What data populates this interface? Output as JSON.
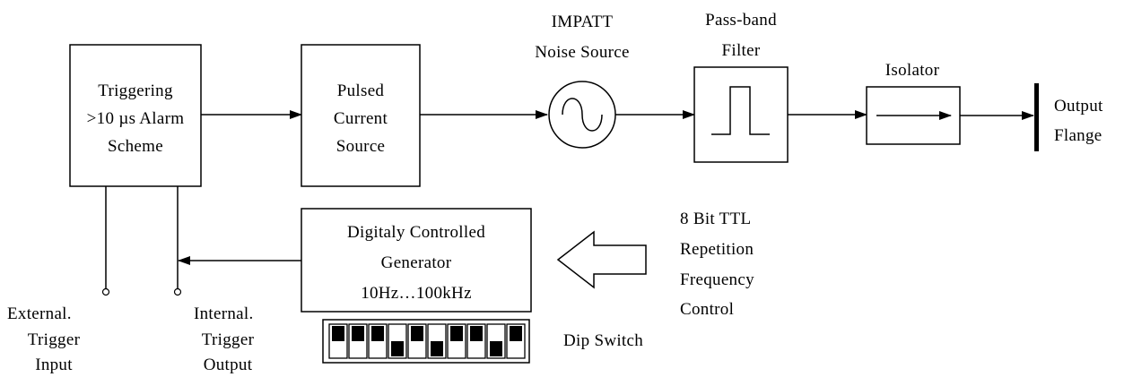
{
  "blocks": {
    "trigger": {
      "lines": [
        "Triggering",
        ">10 µs Alarm",
        "Scheme"
      ]
    },
    "current_source": {
      "lines": [
        "Pulsed",
        "Current",
        "Source"
      ]
    },
    "noise_source_label": {
      "lines": [
        "IMPATT",
        "Noise Source"
      ]
    },
    "filter_label": {
      "lines": [
        "Pass-band",
        "Filter"
      ]
    },
    "isolator_label": {
      "lines": [
        "Isolator"
      ]
    },
    "output_flange_label": {
      "lines": [
        "Output",
        "Flange"
      ]
    },
    "generator": {
      "lines": [
        "Digitaly Controlled",
        "Generator",
        "10Hz…100kHz"
      ]
    },
    "ttl_label": {
      "lines": [
        "8 Bit TTL",
        "Repetition",
        "Frequency",
        "Control"
      ]
    },
    "ext_trigger_label": {
      "lines": [
        "External.",
        "Trigger",
        "Input"
      ]
    },
    "int_trigger_label": {
      "lines": [
        "Internal.",
        "Trigger",
        "Output"
      ]
    },
    "dip_switch_label": {
      "lines": [
        "Dip Switch"
      ]
    }
  },
  "dip_switch": {
    "positions": [
      "up",
      "up",
      "up",
      "down",
      "up",
      "down",
      "up",
      "up",
      "down",
      "up"
    ]
  },
  "colors": {
    "stroke": "#000000",
    "fill": "#ffffff"
  }
}
